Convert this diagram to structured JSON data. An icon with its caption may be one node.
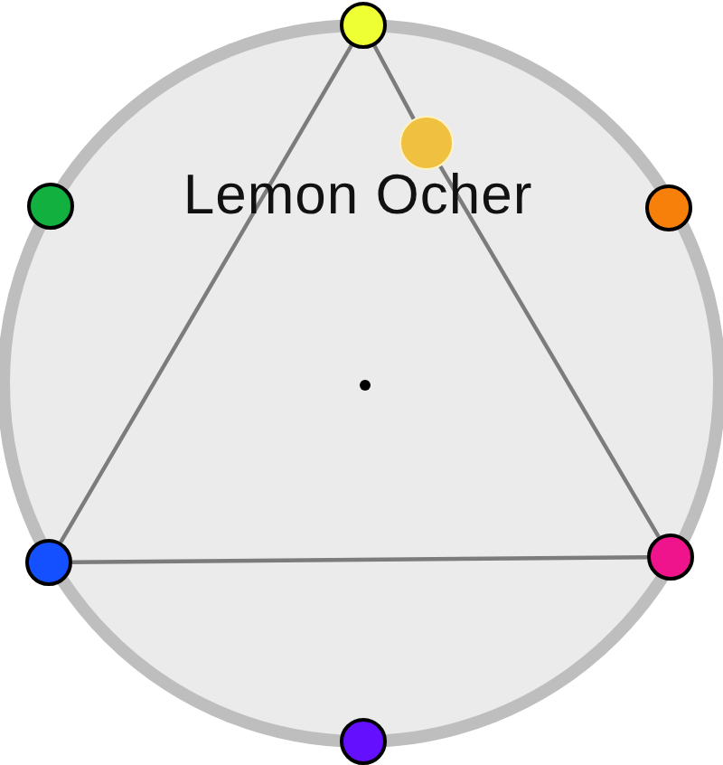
{
  "diagram": {
    "nodes": [
      {
        "text": [],
        "shape": "circle"
      },
      {
        "text": [],
        "shape": "circle",
        "beside": [
          "Lemon Ocher"
        ]
      },
      {
        "text": [],
        "shape": "circle"
      },
      {
        "text": [],
        "shape": "circle"
      },
      {
        "text": [],
        "shape": "circle"
      },
      {
        "text": [],
        "shape": "circle"
      },
      {
        "text": [],
        "shape": "circle"
      }
    ],
    "edges": [
      {
        "from": 0,
        "to": 4,
        "arrow": "none"
      },
      {
        "from": 4,
        "to": 5,
        "arrow": "none"
      },
      {
        "from": 5,
        "to": 1,
        "arrow": "none"
      },
      {
        "from": 1,
        "to": 0,
        "arrow": "none"
      }
    ]
  }
}
